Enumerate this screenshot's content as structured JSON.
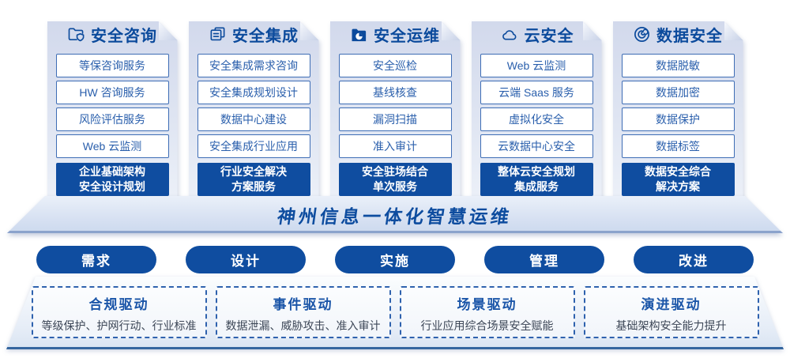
{
  "palette": {
    "deep_blue": "#0F4DA0",
    "title_blue": "#0B4A9C",
    "item_text_blue": "#2A5FAC",
    "item_border_blue": "#3E6DB5",
    "dashed_border_blue": "#2F62AE",
    "driver_desc_gray": "#3C4656"
  },
  "columns": [
    {
      "title": "安全咨询",
      "icon": "folder-shield-icon",
      "items": [
        "等保咨询服务",
        "HW 咨询服务",
        "风险评估服务",
        "Web 云监测"
      ],
      "solution_lines": [
        "企业基础架构",
        "安全设计规划"
      ]
    },
    {
      "title": "安全集成",
      "icon": "stacked-docs-icon",
      "items": [
        "安全集成需求咨询",
        "安全集成规划设计",
        "数据中心建设",
        "安全集成行业应用"
      ],
      "solution_lines": [
        "行业安全解决",
        "方案服务"
      ]
    },
    {
      "title": "安全运维",
      "icon": "folder-clock-icon",
      "items": [
        "安全巡检",
        "基线核查",
        "漏洞扫描",
        "准入审计"
      ],
      "solution_lines": [
        "安全驻场结合",
        "单次服务"
      ]
    },
    {
      "title": "云安全",
      "icon": "cloud-icon",
      "items": [
        "Web 云监测",
        "云端 Saas 服务",
        "虚拟化安全",
        "云数据中心安全"
      ],
      "solution_lines": [
        "整体云安全规划",
        "集成服务"
      ]
    },
    {
      "title": "数据安全",
      "icon": "data-spiral-icon",
      "items": [
        "数据脱敏",
        "数据加密",
        "数据保护",
        "数据标签"
      ],
      "solution_lines": [
        "数据安全综合",
        "解决方案"
      ]
    }
  ],
  "banner": {
    "title": "神州信息一体化智慧运维"
  },
  "process_steps": [
    {
      "label": "需求"
    },
    {
      "label": "设计"
    },
    {
      "label": "实施"
    },
    {
      "label": "管理"
    },
    {
      "label": "改进"
    }
  ],
  "drivers": [
    {
      "title": "合规驱动",
      "desc": "等级保护、护网行动、行业标准"
    },
    {
      "title": "事件驱动",
      "desc": "数据泄漏、威胁攻击、准入审计"
    },
    {
      "title": "场景驱动",
      "desc": "行业应用综合场景安全赋能"
    },
    {
      "title": "演进驱动",
      "desc": "基础架构安全能力提升"
    }
  ]
}
